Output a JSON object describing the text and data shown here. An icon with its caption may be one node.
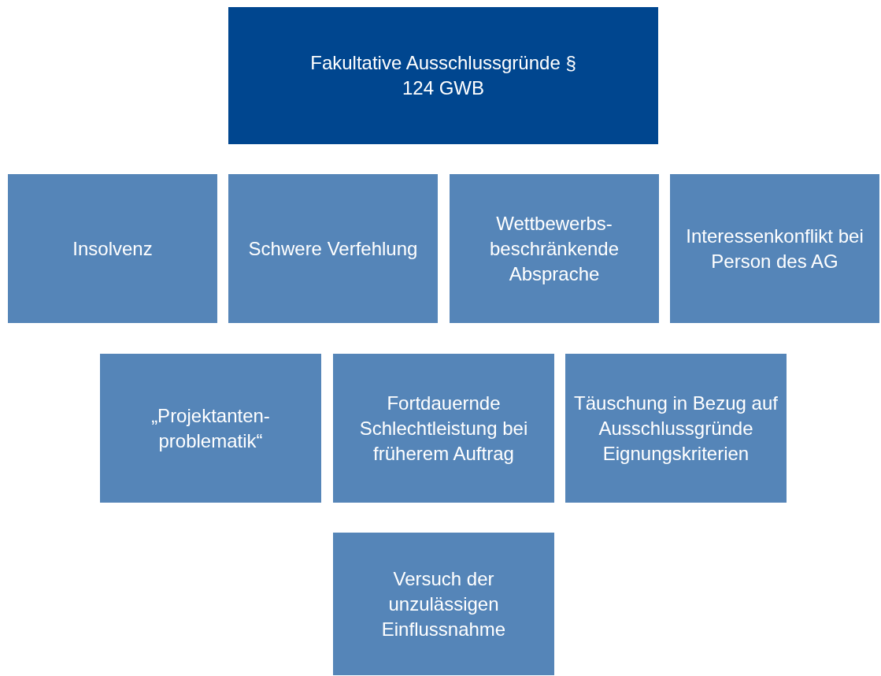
{
  "diagram": {
    "nodes": [
      {
        "text": [
          "Fakultative Ausschlussgründe § 124 GWB"
        ]
      },
      {
        "text": [
          "Insolvenz"
        ]
      },
      {
        "text": [
          "Schwere Verfehlung"
        ]
      },
      {
        "text": [
          "Wettbewerbs-beschränkende Absprache"
        ]
      },
      {
        "text": [
          "Interessenkonflikt bei Person des AG"
        ]
      },
      {
        "text": [
          "„Projektanten-problematik“"
        ]
      },
      {
        "text": [
          "Fortdauernde Schlechtleistung bei früherem Auftrag"
        ]
      },
      {
        "text": [
          "Täuschung in Bezug auf Ausschlussgründe Eignungskriterien"
        ]
      },
      {
        "text": [
          "Versuch der unzulässigen Einflussnahme"
        ]
      }
    ]
  }
}
